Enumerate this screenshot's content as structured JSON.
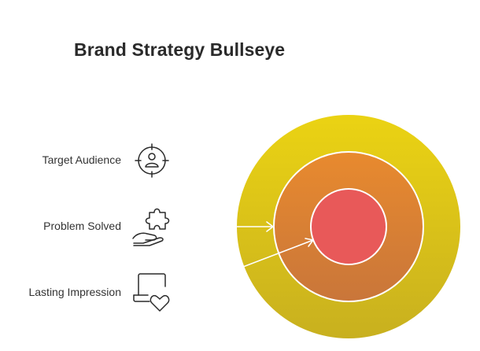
{
  "title": "Brand Strategy Bullseye",
  "items": [
    {
      "label": "Target Audience",
      "icon": "target-person-icon"
    },
    {
      "label": "Problem Solved",
      "icon": "hand-puzzle-icon"
    },
    {
      "label": "Lasting Impression",
      "icon": "laptop-heart-icon"
    }
  ],
  "colors": {
    "outer_ring_top": "#EBD313",
    "outer_ring_bottom": "#C8B01F",
    "middle_ring_top": "#E88A2E",
    "middle_ring_bottom": "#C9763A",
    "center": "#E85959",
    "text": "#333333"
  }
}
